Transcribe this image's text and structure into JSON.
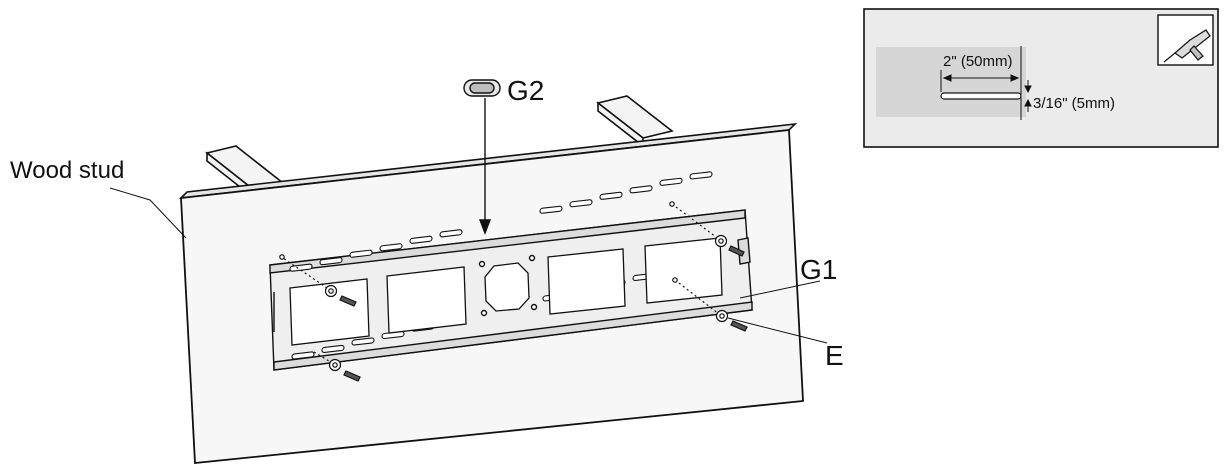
{
  "diagram": {
    "labels": {
      "wood_stud": "Wood stud",
      "g2": "G2",
      "g1": "G1",
      "e": "E"
    },
    "inset": {
      "depth_label": "2\" (50mm)",
      "diameter_label": "3/16\" (5mm)",
      "tool_icon": "drill-icon"
    },
    "colors": {
      "stroke": "#111111",
      "panel_fill": "#f6f6f6",
      "plate_fill": "#f2f2f2",
      "inset_fill": "#e9e9e9",
      "inset_shade": "#d7d7d7"
    }
  }
}
